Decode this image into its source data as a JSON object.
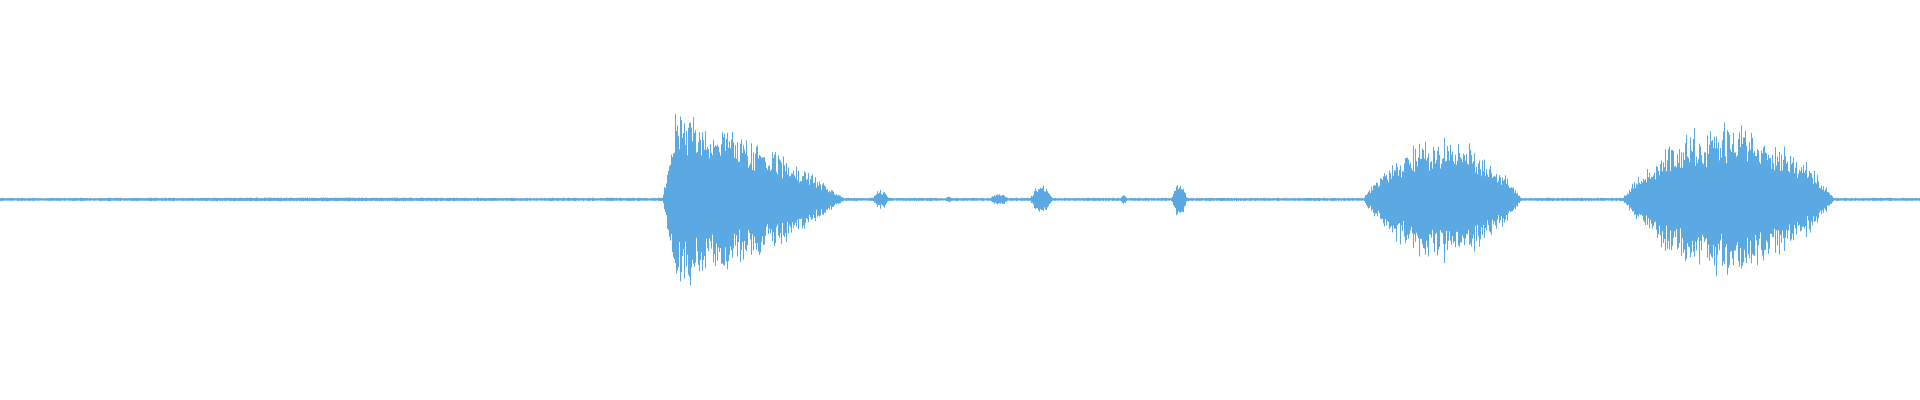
{
  "waveform": {
    "color": "#5aa9e2",
    "background": "#ffffff",
    "duration_fraction_segments": [
      {
        "start": 0.0,
        "end": 0.345,
        "amp": 0.01,
        "shape": "flat"
      },
      {
        "start": 0.345,
        "end": 0.44,
        "amp": 0.52,
        "shape": "front"
      },
      {
        "start": 0.454,
        "end": 0.463,
        "amp": 0.06,
        "shape": "blip"
      },
      {
        "start": 0.492,
        "end": 0.496,
        "amp": 0.02,
        "shape": "blip"
      },
      {
        "start": 0.515,
        "end": 0.525,
        "amp": 0.04,
        "shape": "blip"
      },
      {
        "start": 0.536,
        "end": 0.548,
        "amp": 0.09,
        "shape": "blip"
      },
      {
        "start": 0.583,
        "end": 0.587,
        "amp": 0.03,
        "shape": "blip"
      },
      {
        "start": 0.61,
        "end": 0.618,
        "amp": 0.13,
        "shape": "blip"
      },
      {
        "start": 0.71,
        "end": 0.792,
        "amp": 0.38,
        "shape": "mid"
      },
      {
        "start": 0.845,
        "end": 0.955,
        "amp": 0.47,
        "shape": "mid"
      }
    ]
  }
}
